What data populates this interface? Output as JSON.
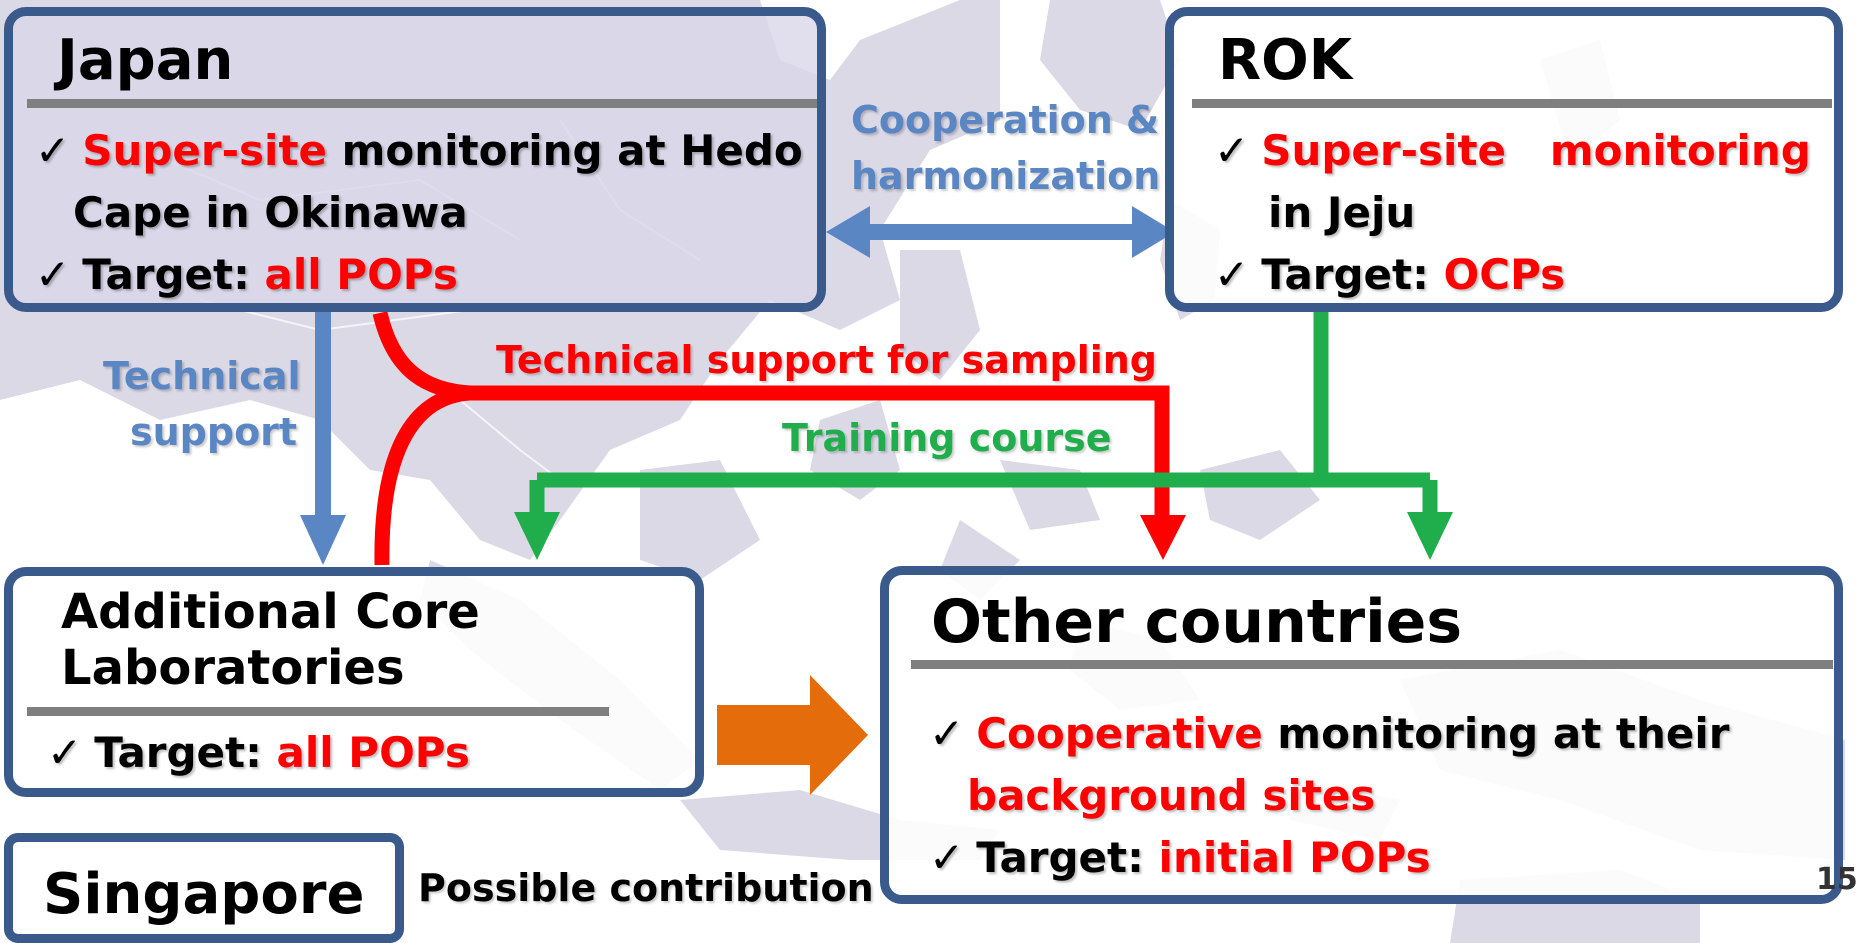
{
  "japan": {
    "title": "Japan",
    "bullet1": {
      "check": "✓",
      "highlight": "Super-site",
      "rest": " monitoring at Hedo",
      "cont": "Cape in Okinawa"
    },
    "bullet2": {
      "check": "✓",
      "prefix": "Target: ",
      "highlight": "all POPs"
    }
  },
  "rok": {
    "title": "ROK",
    "bullet1": {
      "check": "✓",
      "highlight": "Super-site   monitoring",
      "cont": "in Jeju"
    },
    "bullet2": {
      "check": "✓",
      "prefix": "Target: ",
      "highlight": "OCPs"
    }
  },
  "core_labs": {
    "title_line1": "Additional Core",
    "title_line2": "Laboratories",
    "bullet1": {
      "check": "✓",
      "prefix": "Target: ",
      "highlight": "all POPs"
    }
  },
  "other": {
    "title": "Other countries",
    "bullet1": {
      "check": "✓",
      "highlight": "Cooperative",
      "rest": " monitoring at their",
      "cont": "background sites"
    },
    "bullet2": {
      "check": "✓",
      "prefix": "Target: ",
      "highlight": "initial POPs"
    }
  },
  "singapore": {
    "title": "Singapore",
    "note": "Possible contribution"
  },
  "labels": {
    "cooperation_line1": "Cooperation &",
    "cooperation_line2": "harmonization",
    "technical_line1": "Technical",
    "technical_line2": "support",
    "technical_sampling": "Technical support for sampling",
    "training": "Training course"
  },
  "page_number": "15",
  "colors": {
    "box_border": "#3b5a8c",
    "blue_arrow": "#5a86c4",
    "red_arrow": "#ff0000",
    "green_arrow": "#1fae4b",
    "orange_arrow": "#e46c0a",
    "map_land": "#dcd9e6",
    "highlight_text": "#ff0000"
  }
}
